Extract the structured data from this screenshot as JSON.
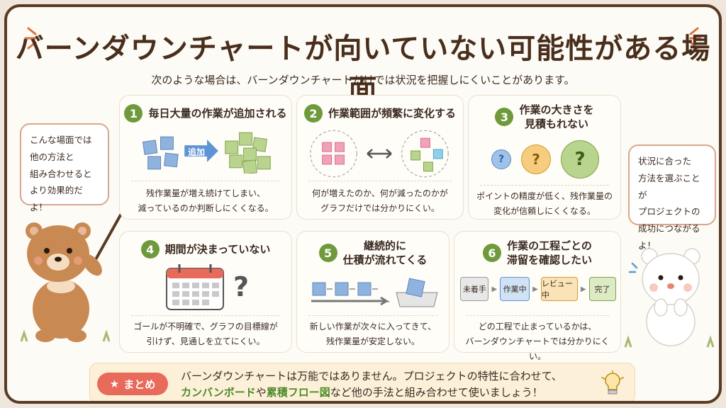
{
  "header": {
    "title": "バーンダウンチャートが向いていない可能性がある場面",
    "subtitle": "次のような場合は、バーンダウンチャートだけでは状況を把握しにくいことがあります。"
  },
  "bubbles": {
    "left": [
      "こんな場面では",
      "他の方法と",
      "組み合わせると",
      "より効果的だよ！"
    ],
    "right": [
      "状況に合った",
      "方法を選ぶことが",
      "プロジェクトの",
      "成功につながるよ！"
    ]
  },
  "cards": [
    {
      "num": "1",
      "title_lines": [
        "毎日大量の作業が追加される"
      ],
      "desc": [
        "残作業量が増え続けてしまい、",
        "減っているのか判断しにくくなる。"
      ],
      "arrow_label": "追加"
    },
    {
      "num": "2",
      "title_lines": [
        "作業範囲が頻繁に変化する"
      ],
      "desc": [
        "何が増えたのか、何が減ったのかが",
        "グラフだけでは分かりにくい。"
      ]
    },
    {
      "num": "3",
      "title_lines": [
        "作業の大きさを",
        "見積もれない"
      ],
      "desc": [
        "ポイントの精度が低く、残作業量の",
        "変化が信頼しにくくなる。"
      ],
      "marks": [
        "?",
        "?",
        "?"
      ]
    },
    {
      "num": "4",
      "title_lines": [
        "期間が決まっていない"
      ],
      "desc": [
        "ゴールが不明確で、グラフの目標線が",
        "引けず、見通しを立てにくい。"
      ],
      "mark": "?"
    },
    {
      "num": "5",
      "title_lines": [
        "継続的に",
        "仕積が流れてくる"
      ],
      "desc": [
        "新しい作業が次々に入ってきて、",
        "残作業量が安定しない。"
      ]
    },
    {
      "num": "6",
      "title_lines": [
        "作業の工程ごとの",
        "滞留を確認したい"
      ],
      "desc": [
        "どの工程で止まっているかは、",
        "バーンダウンチャートでは分かりにくい。"
      ],
      "stages": [
        "未着手",
        "作業中",
        "レビュー中",
        "完了"
      ]
    }
  ],
  "summary": {
    "badge": "まとめ",
    "line1": "バーンダウンチャートは万能ではありません。プロジェクトの特性に合わせて、",
    "hl1": "カンバンボード",
    "mid": "や",
    "hl2": "累積フロー図",
    "tail": "など他の手法と組み合わせて使いましょう！"
  },
  "colors": {
    "accent_green": "#6f9a3c",
    "frame_brown": "#5a3a24",
    "badge_red": "#e86a5a"
  }
}
